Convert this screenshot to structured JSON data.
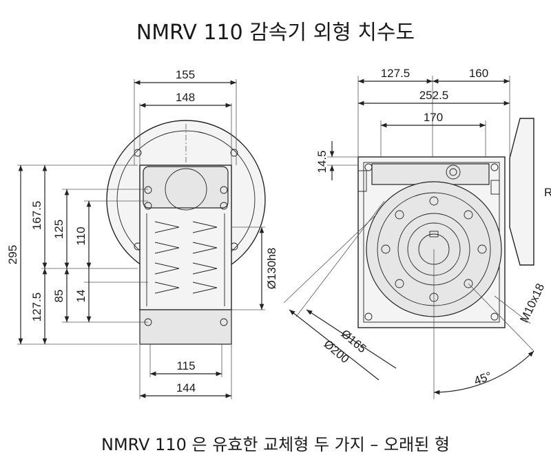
{
  "title": "NMRV 110 감속기 외형 치수도",
  "footer": "NMRV 110 은 유효한 교체형 두 가지 – 오래된 형",
  "front_view": {
    "width_outer": "155",
    "width_inner": "148",
    "total_height": "295",
    "upper_height": "167.5",
    "upper_inner": "125",
    "upper_core": "110",
    "lower_height": "127.5",
    "lower_inner": "85",
    "lower_core": "14",
    "flange_diameter": "Ø130h8",
    "base_inner": "115",
    "base_outer": "144"
  },
  "side_view": {
    "top_left": "127.5",
    "top_right": "160",
    "top_total": "252.5",
    "mid": "170",
    "left_small": "14.5",
    "pitch_circle": "Ø165",
    "outer_circle": "Ø200",
    "bolt_spec": "M10x18",
    "angle": "45°",
    "edge_label": "R"
  }
}
